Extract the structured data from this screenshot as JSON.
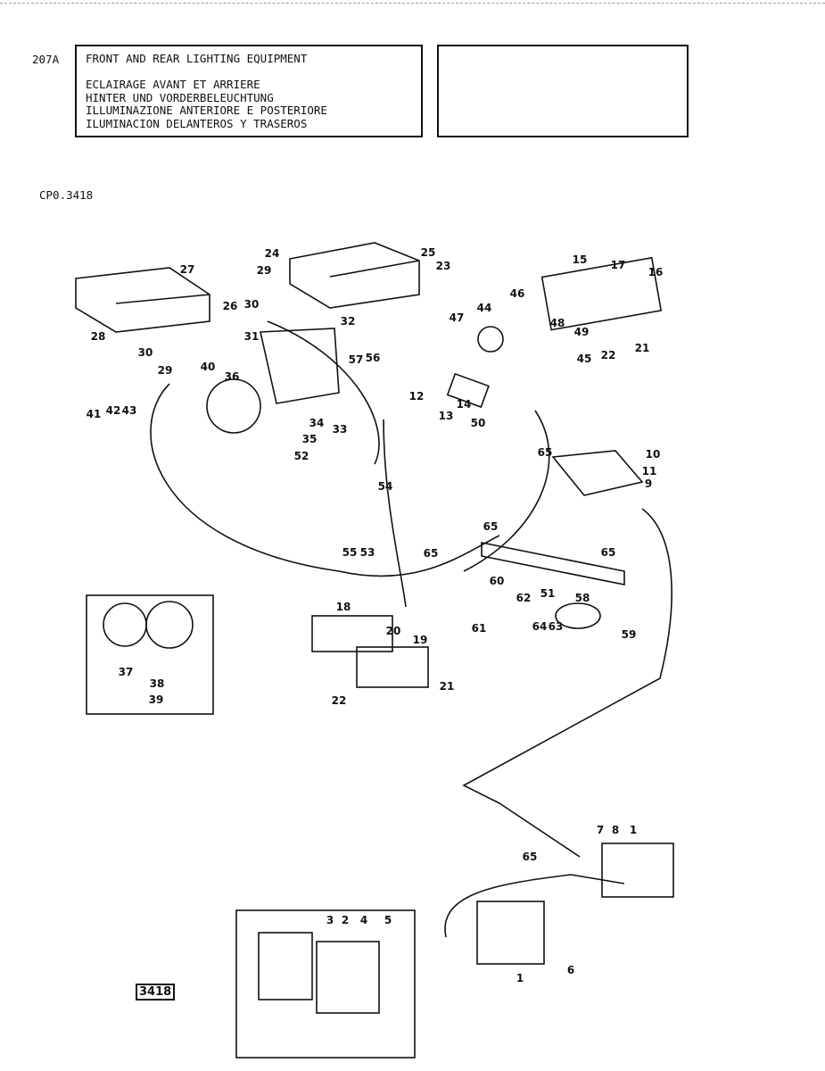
{
  "header": {
    "page_ref": "207A",
    "title_lines": [
      "FRONT AND REAR LIGHTING EQUIPMENT",
      "",
      "ECLAIRAGE AVANT ET ARRIERE",
      "HINTER UND VORDERBELEUCHTUNG",
      "ILLUMINAZIONE ANTERIORE E POSTERIORE",
      "ILUMINACION DELANTEROS Y TRASEROS"
    ],
    "drawing_code": "CP0.3418"
  },
  "plate_number": "3418",
  "callouts": [
    "27",
    "28",
    "26",
    "29",
    "30",
    "24",
    "25",
    "23",
    "32",
    "31",
    "30",
    "29",
    "40",
    "36",
    "41",
    "42",
    "43",
    "57",
    "56",
    "34",
    "35",
    "33",
    "52",
    "54",
    "55",
    "53",
    "15",
    "17",
    "16",
    "46",
    "47",
    "44",
    "48",
    "49",
    "22",
    "21",
    "45",
    "12",
    "13",
    "14",
    "50",
    "10",
    "65",
    "11",
    "9",
    "65",
    "65",
    "65",
    "51",
    "60",
    "58",
    "62",
    "61",
    "64",
    "63",
    "59",
    "18",
    "20",
    "19",
    "21",
    "22",
    "37",
    "38",
    "39",
    "7",
    "8",
    "1",
    "65",
    "6",
    "1",
    "3",
    "2",
    "4",
    "5"
  ]
}
